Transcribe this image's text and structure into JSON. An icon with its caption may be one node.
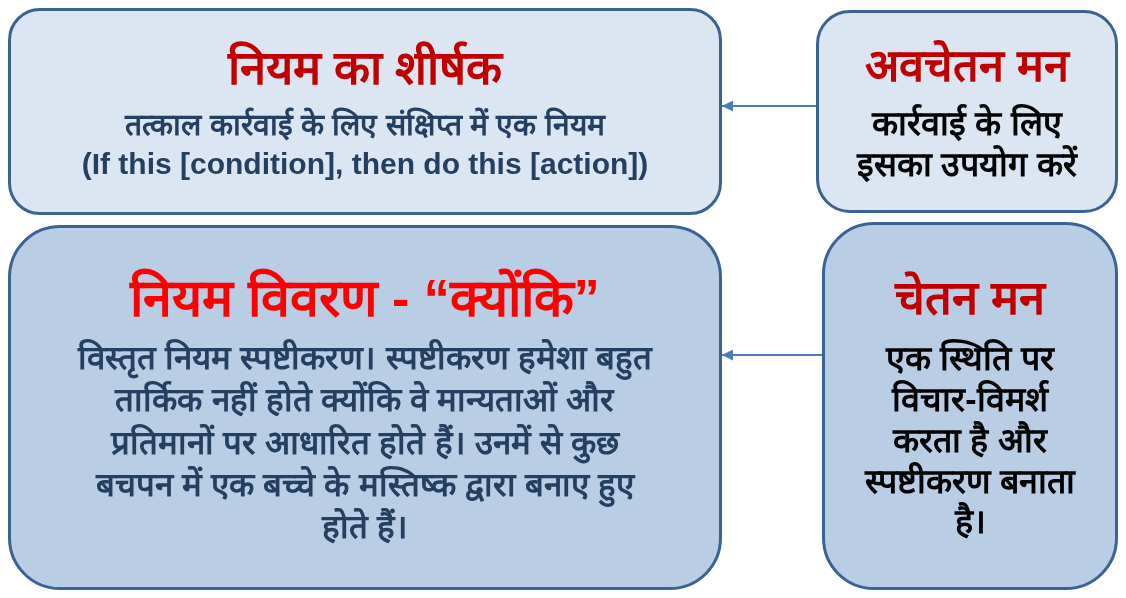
{
  "diagram": {
    "nodes": [
      {
        "text": [
          "नियम का शीर्षक",
          "तत्काल कार्रवाई के लिए संक्षिप्त में एक नियम",
          "(If this [condition], then do this [action])"
        ]
      },
      {
        "text": [
          "अवचेतन मन",
          "कार्रवाई के लिए इसका उपयोग करें"
        ]
      },
      {
        "text": [
          "नियम विवरण - “क्योंकि”",
          "विस्तृत नियम स्पष्टीकरण। स्पष्टीकरण हमेशा बहुत तार्किक नहीं होते क्योंकि वे मान्यताओं और प्रतिमानों पर आधारित होते हैं। उनमें से कुछ बचपन में एक बच्चे के मस्तिष्क द्वारा बनाए हुए होते हैं।"
        ]
      },
      {
        "text": [
          "चेतन मन",
          "एक स्थिति पर विचार-विमर्श करता है और स्पष्टीकरण बनाता है।"
        ]
      }
    ],
    "edges": [
      {
        "from": 1,
        "to": 0,
        "arrow": "to"
      },
      {
        "from": 3,
        "to": 2,
        "arrow": "to"
      }
    ]
  }
}
